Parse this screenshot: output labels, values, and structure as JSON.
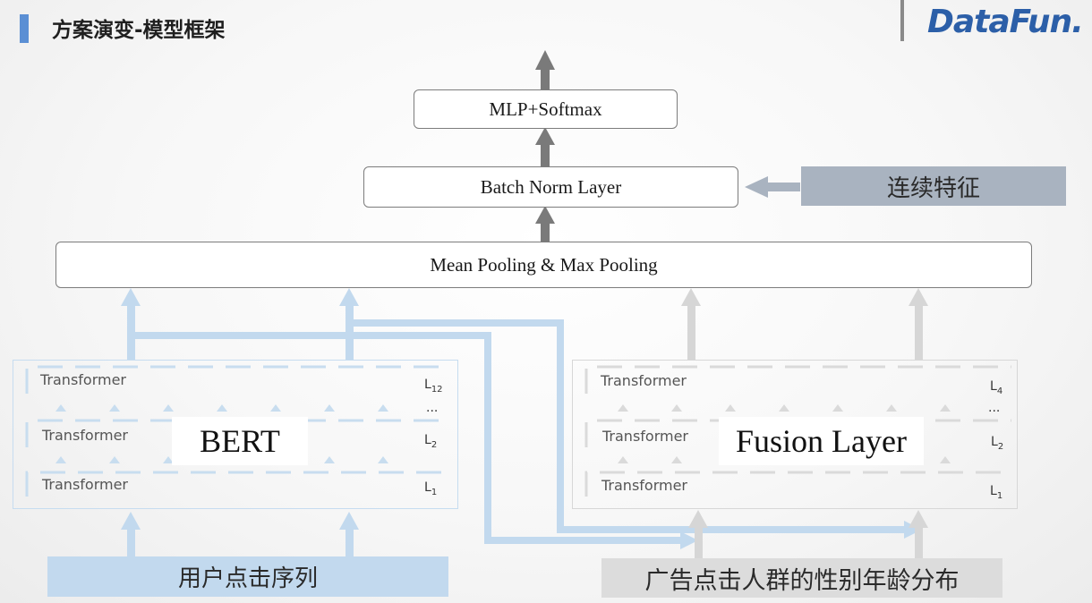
{
  "slide": {
    "title": "方案演变-模型框架",
    "logo": "DataFun."
  },
  "diagram": {
    "top_box": "MLP+Softmax",
    "batch_norm_box": "Batch Norm Layer",
    "continuous_feature": "连续特征",
    "pooling_box": "Mean Pooling & Max Pooling",
    "left_stack": {
      "tag": "BERT",
      "layers": [
        {
          "name": "Transformer",
          "level": "L12"
        },
        {
          "name": "Transformer",
          "level": "L2"
        },
        {
          "name": "Transformer",
          "level": "L1"
        }
      ],
      "ellipsis": "..."
    },
    "right_stack": {
      "tag": "Fusion Layer",
      "layers": [
        {
          "name": "Transformer",
          "level": "L4"
        },
        {
          "name": "Transformer",
          "level": "L2"
        },
        {
          "name": "Transformer",
          "level": "L1"
        }
      ],
      "ellipsis": "..."
    },
    "left_input": "用户点击序列",
    "right_input": "广告点击人群的性别年龄分布",
    "colors": {
      "blue_accent": "#5b8fd4",
      "blue_light": "#b9d3ec",
      "blue_input": "#c2d9ee",
      "gray_arrow": "#7a7a7a",
      "gray_light": "#d3d3d3",
      "gray_input": "#dcdcdc",
      "feature_box": "#a9b3c0"
    }
  }
}
